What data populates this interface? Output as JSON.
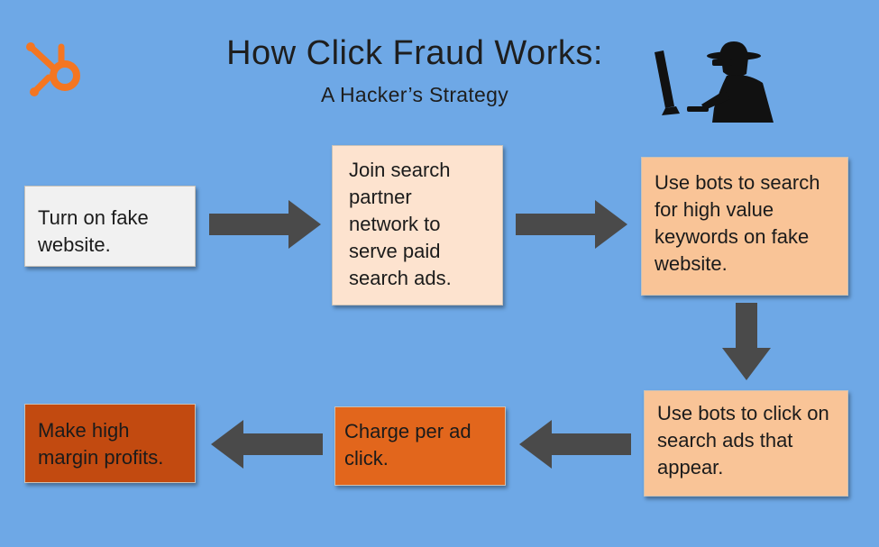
{
  "header": {
    "title": "How Click Fraud Works:",
    "subtitle": "A Hacker’s Strategy",
    "logo_icon": "hubspot-sprocket-icon",
    "hacker_icon": "hacker-at-computer-icon"
  },
  "steps": [
    {
      "text": "Turn on fake website."
    },
    {
      "text": "Join search partner network to serve paid search ads."
    },
    {
      "text": "Use bots to search for high value keywords on fake website."
    },
    {
      "text": "Use bots to click on search ads that appear."
    },
    {
      "text": "Charge per ad click."
    },
    {
      "text": "Make high margin profits."
    }
  ],
  "colors": {
    "background": "#6ea8e6",
    "arrow": "#4a4a4a",
    "logo": "#f47622",
    "step1": "#f1f1f1",
    "step2": "#fde3cf",
    "step3": "#f9c497",
    "step4": "#f9c497",
    "step5": "#e2661c",
    "step6": "#c24a10"
  }
}
